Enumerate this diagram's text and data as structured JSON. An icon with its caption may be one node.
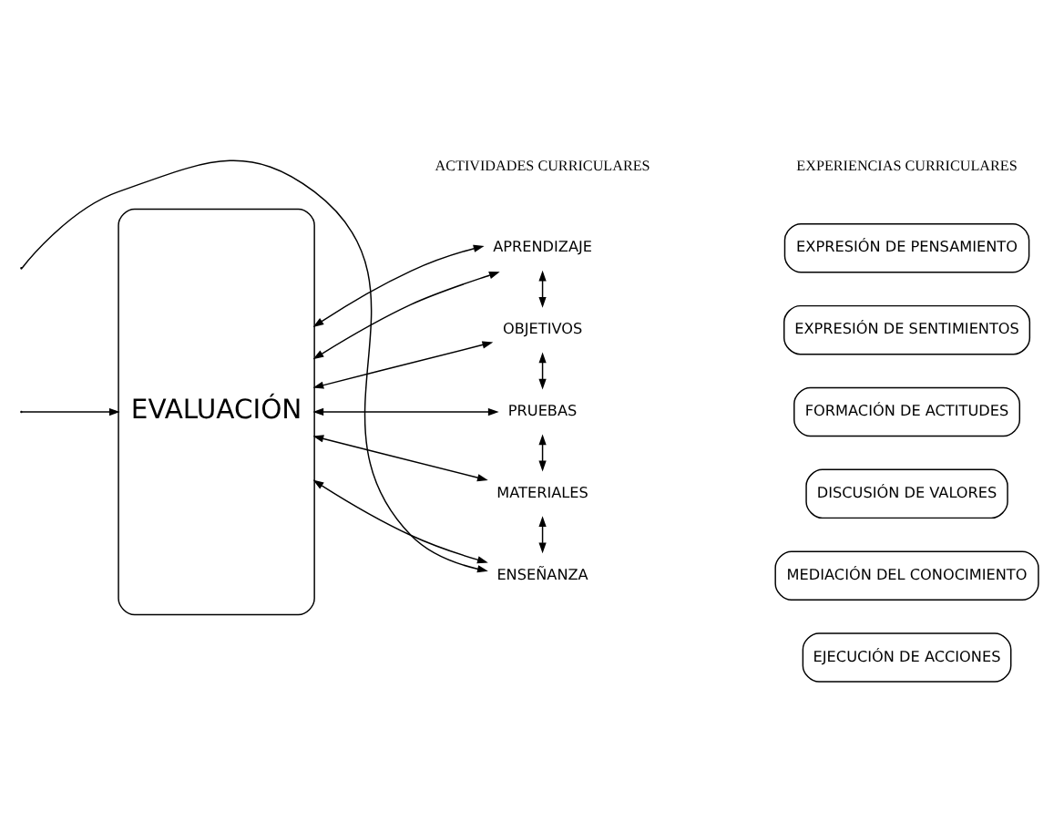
{
  "diagram": {
    "nodes": [
      {
        "text": [
          "EVALUACIÓN"
        ]
      },
      {
        "text": [
          "APRENDIZAJE"
        ]
      },
      {
        "text": [
          "OBJETIVOS"
        ]
      },
      {
        "text": [
          "PRUEBAS"
        ]
      },
      {
        "text": [
          "MATERIALES"
        ]
      },
      {
        "text": [
          "ENSEÑANZA"
        ]
      },
      {
        "text": [
          "EXPRESIÓN DE PENSAMIENTO"
        ]
      },
      {
        "text": [
          "EXPRESIÓN DE SENTIMIENTOS"
        ]
      },
      {
        "text": [
          "FORMACIÓN DE ACTITUDES"
        ]
      },
      {
        "text": [
          "DISCUSIÓN DE VALORES"
        ]
      },
      {
        "text": [
          "MEDIACIÓN DEL CONOCIMIENTO"
        ]
      },
      {
        "text": [
          "EJECUCIÓN DE ACCIONES"
        ]
      }
    ],
    "edges": [
      {
        "from": 1,
        "to": 0,
        "arrow": "both"
      },
      {
        "from": 0,
        "to": 1,
        "arrow": "both"
      },
      {
        "from": 0,
        "to": 2,
        "arrow": "both"
      },
      {
        "from": 0,
        "to": 3,
        "arrow": "both"
      },
      {
        "from": 0,
        "to": 4,
        "arrow": "both"
      },
      {
        "from": 0,
        "to": 5,
        "arrow": "both"
      },
      {
        "from": 1,
        "to": 2,
        "arrow": "both"
      },
      {
        "from": 2,
        "to": 3,
        "arrow": "both"
      },
      {
        "from": 3,
        "to": 4,
        "arrow": "both"
      },
      {
        "from": 4,
        "to": 5,
        "arrow": "both"
      },
      {
        "from": null,
        "to": 0,
        "arrow": "to"
      },
      {
        "from": null,
        "to": 5,
        "arrow": "to"
      }
    ],
    "labels": [
      "ACTIVIDADES CURRICULARES",
      "EXPERIENCIAS CURRICULARES"
    ]
  }
}
